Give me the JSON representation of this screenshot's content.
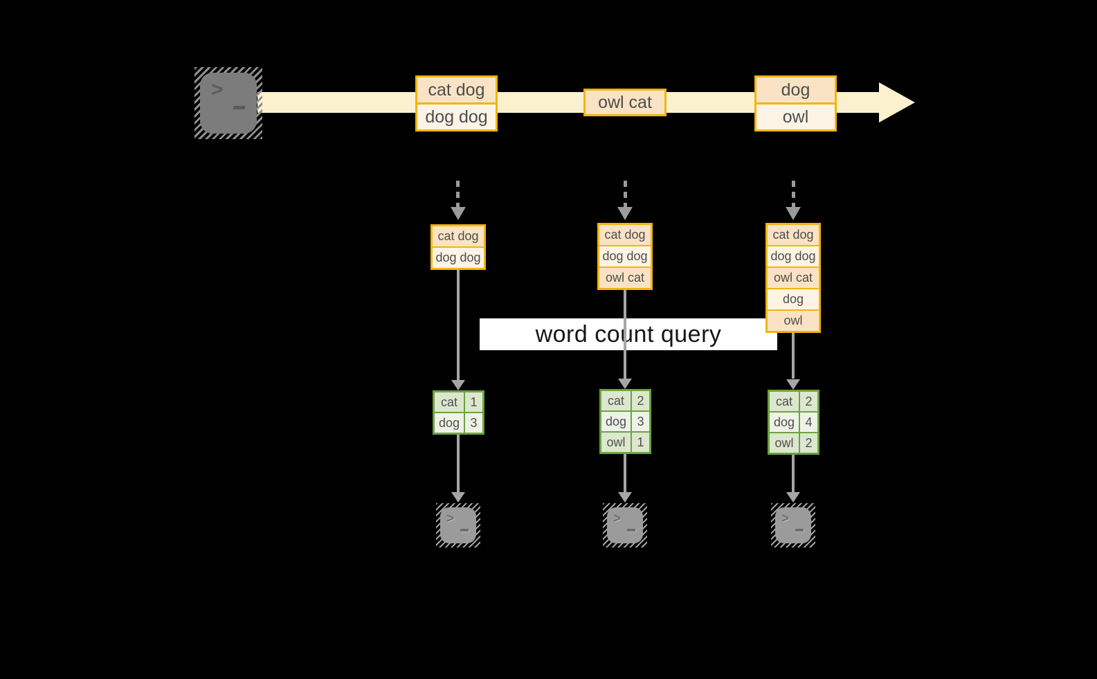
{
  "colors": {
    "background": "#000000",
    "stream_band": "#FBF1CE",
    "event_border": "#F2B50C",
    "event_fill_dark": "#FAE3C4",
    "event_fill_light": "#FDF4E6",
    "table_border": "#6CA341",
    "table_fill_dark": "#DCE7CE",
    "table_fill_light": "#EEF3E7",
    "line_gray": "#a6a6a6",
    "terminal_gray": "#7c7c7c",
    "terminal_gray_light": "#9b9b9b"
  },
  "icons": {
    "source": "terminal-icon",
    "sink": "terminal-icon"
  },
  "stream": {
    "events": [
      {
        "rows": [
          "cat dog",
          "dog dog"
        ]
      },
      {
        "rows": [
          "owl cat"
        ]
      },
      {
        "rows": [
          "dog",
          "owl"
        ]
      }
    ]
  },
  "query": {
    "label": "word count query"
  },
  "snapshots": [
    {
      "rows": [
        "cat dog",
        "dog dog"
      ]
    },
    {
      "rows": [
        "cat dog",
        "dog dog",
        "owl cat"
      ]
    },
    {
      "rows": [
        "cat dog",
        "dog dog",
        "owl cat",
        "dog",
        "owl"
      ]
    }
  ],
  "results": [
    {
      "rows": [
        [
          "cat",
          1
        ],
        [
          "dog",
          3
        ]
      ]
    },
    {
      "rows": [
        [
          "cat",
          2
        ],
        [
          "dog",
          3
        ],
        [
          "owl",
          1
        ]
      ]
    },
    {
      "rows": [
        [
          "cat",
          2
        ],
        [
          "dog",
          4
        ],
        [
          "owl",
          2
        ]
      ]
    }
  ]
}
